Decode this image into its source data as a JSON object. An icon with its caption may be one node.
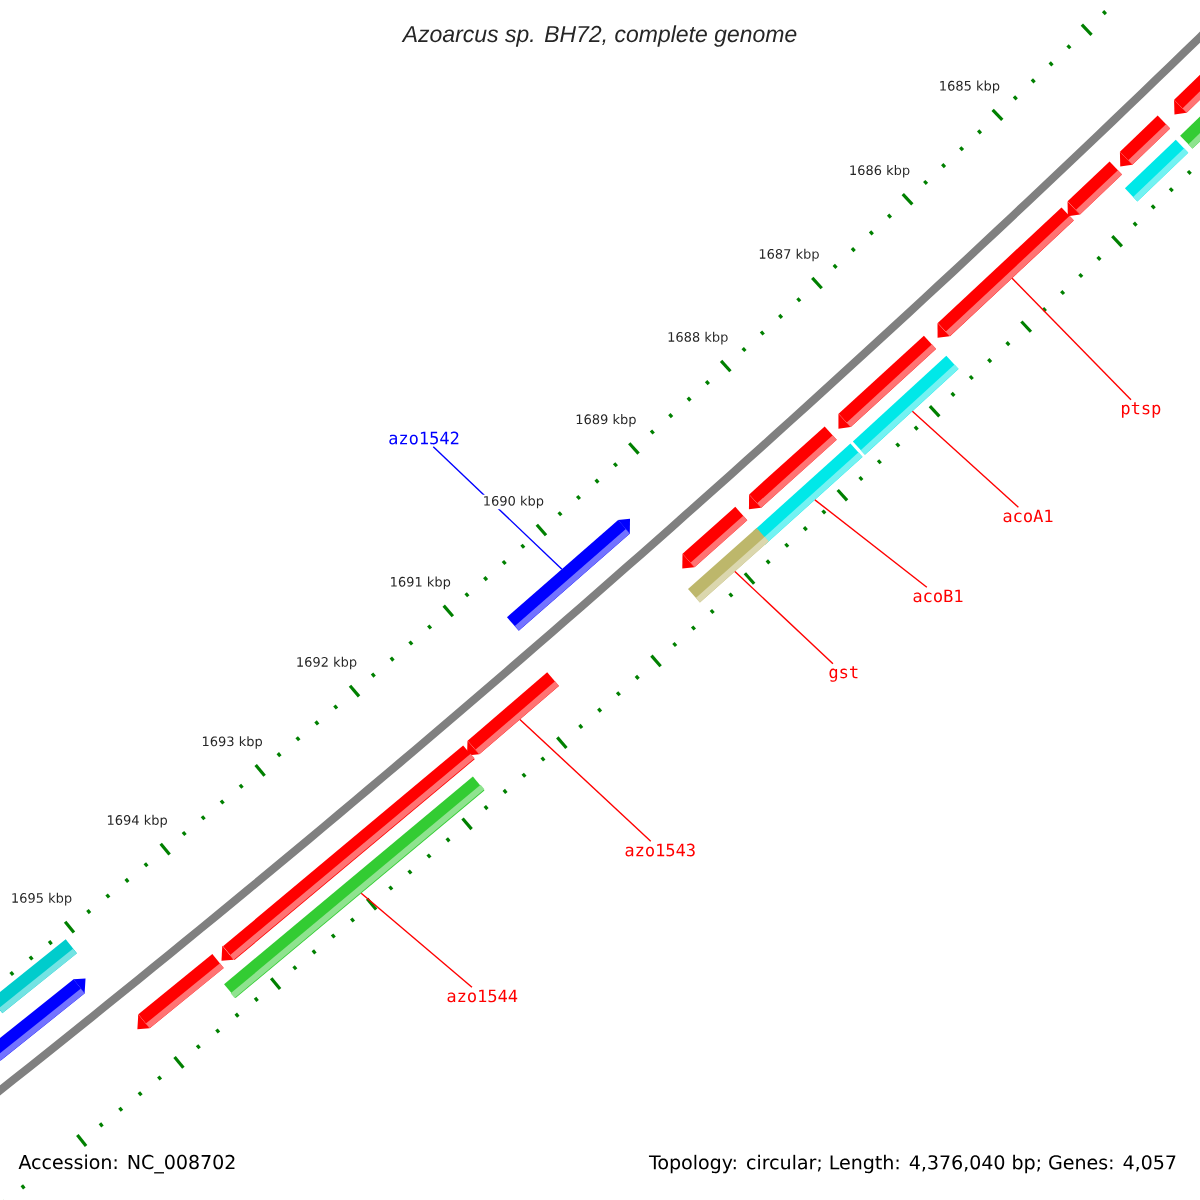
{
  "diagram": {
    "title": "Azoarcus sp. BH72, complete genome",
    "nodes": [
      {
        "text": [
          "azo1542"
        ]
      },
      {
        "text": [],
        "shape": "bar"
      },
      {
        "text": [
          "ptsp"
        ]
      },
      {
        "text": [],
        "shape": "bar"
      },
      {
        "text": [
          "acoA1"
        ]
      },
      {
        "text": [],
        "shape": "bar"
      },
      {
        "text": [
          "acoB1"
        ]
      },
      {
        "text": [],
        "shape": "bar"
      },
      {
        "text": [
          "gst"
        ]
      },
      {
        "text": [],
        "shape": "bar"
      },
      {
        "text": [
          "azo1543"
        ]
      },
      {
        "text": [],
        "shape": "bar"
      },
      {
        "text": [
          "azo1544"
        ]
      },
      {
        "text": [],
        "shape": "bar"
      },
      {
        "text": [],
        "shape": "bar"
      },
      {
        "text": [],
        "shape": "bar"
      },
      {
        "text": [],
        "shape": "bar"
      },
      {
        "text": [],
        "shape": "bar"
      },
      {
        "text": [],
        "shape": "bar"
      },
      {
        "text": [],
        "shape": "bar"
      },
      {
        "text": [],
        "shape": "bar"
      },
      {
        "text": [],
        "shape": "bar"
      },
      {
        "text": [],
        "shape": "bar"
      },
      {
        "text": [],
        "shape": "bar"
      },
      {
        "text": [],
        "shape": "bar"
      },
      {
        "text": [],
        "shape": "bar"
      }
    ],
    "edges": [
      {
        "from": 0,
        "to": 1,
        "arrow": "none",
        "color": "#0000ff"
      },
      {
        "from": 2,
        "to": 3,
        "arrow": "none"
      },
      {
        "from": 4,
        "to": 5,
        "arrow": "none"
      },
      {
        "from": 6,
        "to": 7,
        "arrow": "none"
      },
      {
        "from": 8,
        "to": 9,
        "arrow": "none"
      },
      {
        "from": 10,
        "to": 11,
        "arrow": "none"
      },
      {
        "from": 12,
        "to": 13,
        "arrow": "none"
      }
    ],
    "labels": [
      "1685 kbp",
      "1686 kbp",
      "1687 kbp",
      "1688 kbp",
      "1689 kbp",
      "1690 kbp",
      "1691 kbp",
      "1692 kbp",
      "1693 kbp",
      "1694 kbp",
      "1695 kbp",
      "Accession: NC_008702",
      "Topology: circular; Length: 4,376,040 bp; Genes: 4,057"
    ]
  }
}
